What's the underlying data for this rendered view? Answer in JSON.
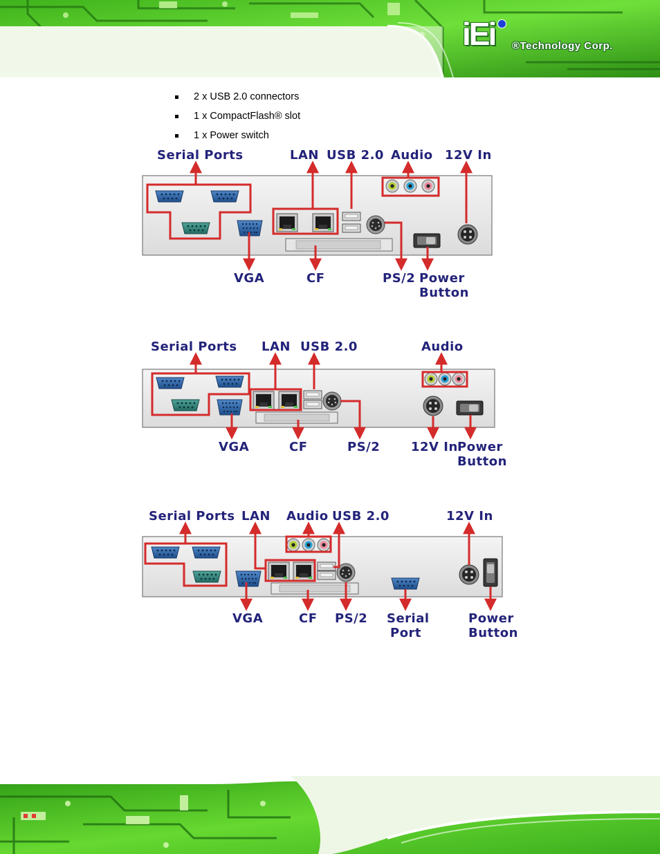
{
  "brand": {
    "logo_mark": "iEi",
    "company": "®Technology Corp."
  },
  "bullets": [
    "2 x USB 2.0 connectors",
    "1 x CompactFlash® slot",
    "1 x Power switch"
  ],
  "colors": {
    "label": "#23237a",
    "callout": "#d42b2b",
    "panel": "#eeeeee",
    "pcb_green": "#5ed12a"
  },
  "figure1": {
    "serial_ports": "Serial Ports",
    "lan": "LAN",
    "usb": "USB 2.0",
    "audio": "Audio",
    "dc_in": "12V In",
    "vga": "VGA",
    "cf": "CF",
    "ps2": "PS/2",
    "power_line1": "Power",
    "power_line2": "Button"
  },
  "figure2": {
    "serial_ports": "Serial Ports",
    "lan": "LAN",
    "usb": "USB 2.0",
    "audio": "Audio",
    "vga": "VGA",
    "cf": "CF",
    "ps2": "PS/2",
    "dc_in": "12V In",
    "power_line1": "Power",
    "power_line2": "Button"
  },
  "figure3": {
    "serial_ports": "Serial Ports",
    "lan": "LAN",
    "audio": "Audio",
    "usb": "USB 2.0",
    "dc_in": "12V In",
    "vga": "VGA",
    "cf": "CF",
    "ps2": "PS/2",
    "serial_line1": "Serial",
    "serial_line2": "Port",
    "power_line1": "Power",
    "power_line2": "Button"
  }
}
